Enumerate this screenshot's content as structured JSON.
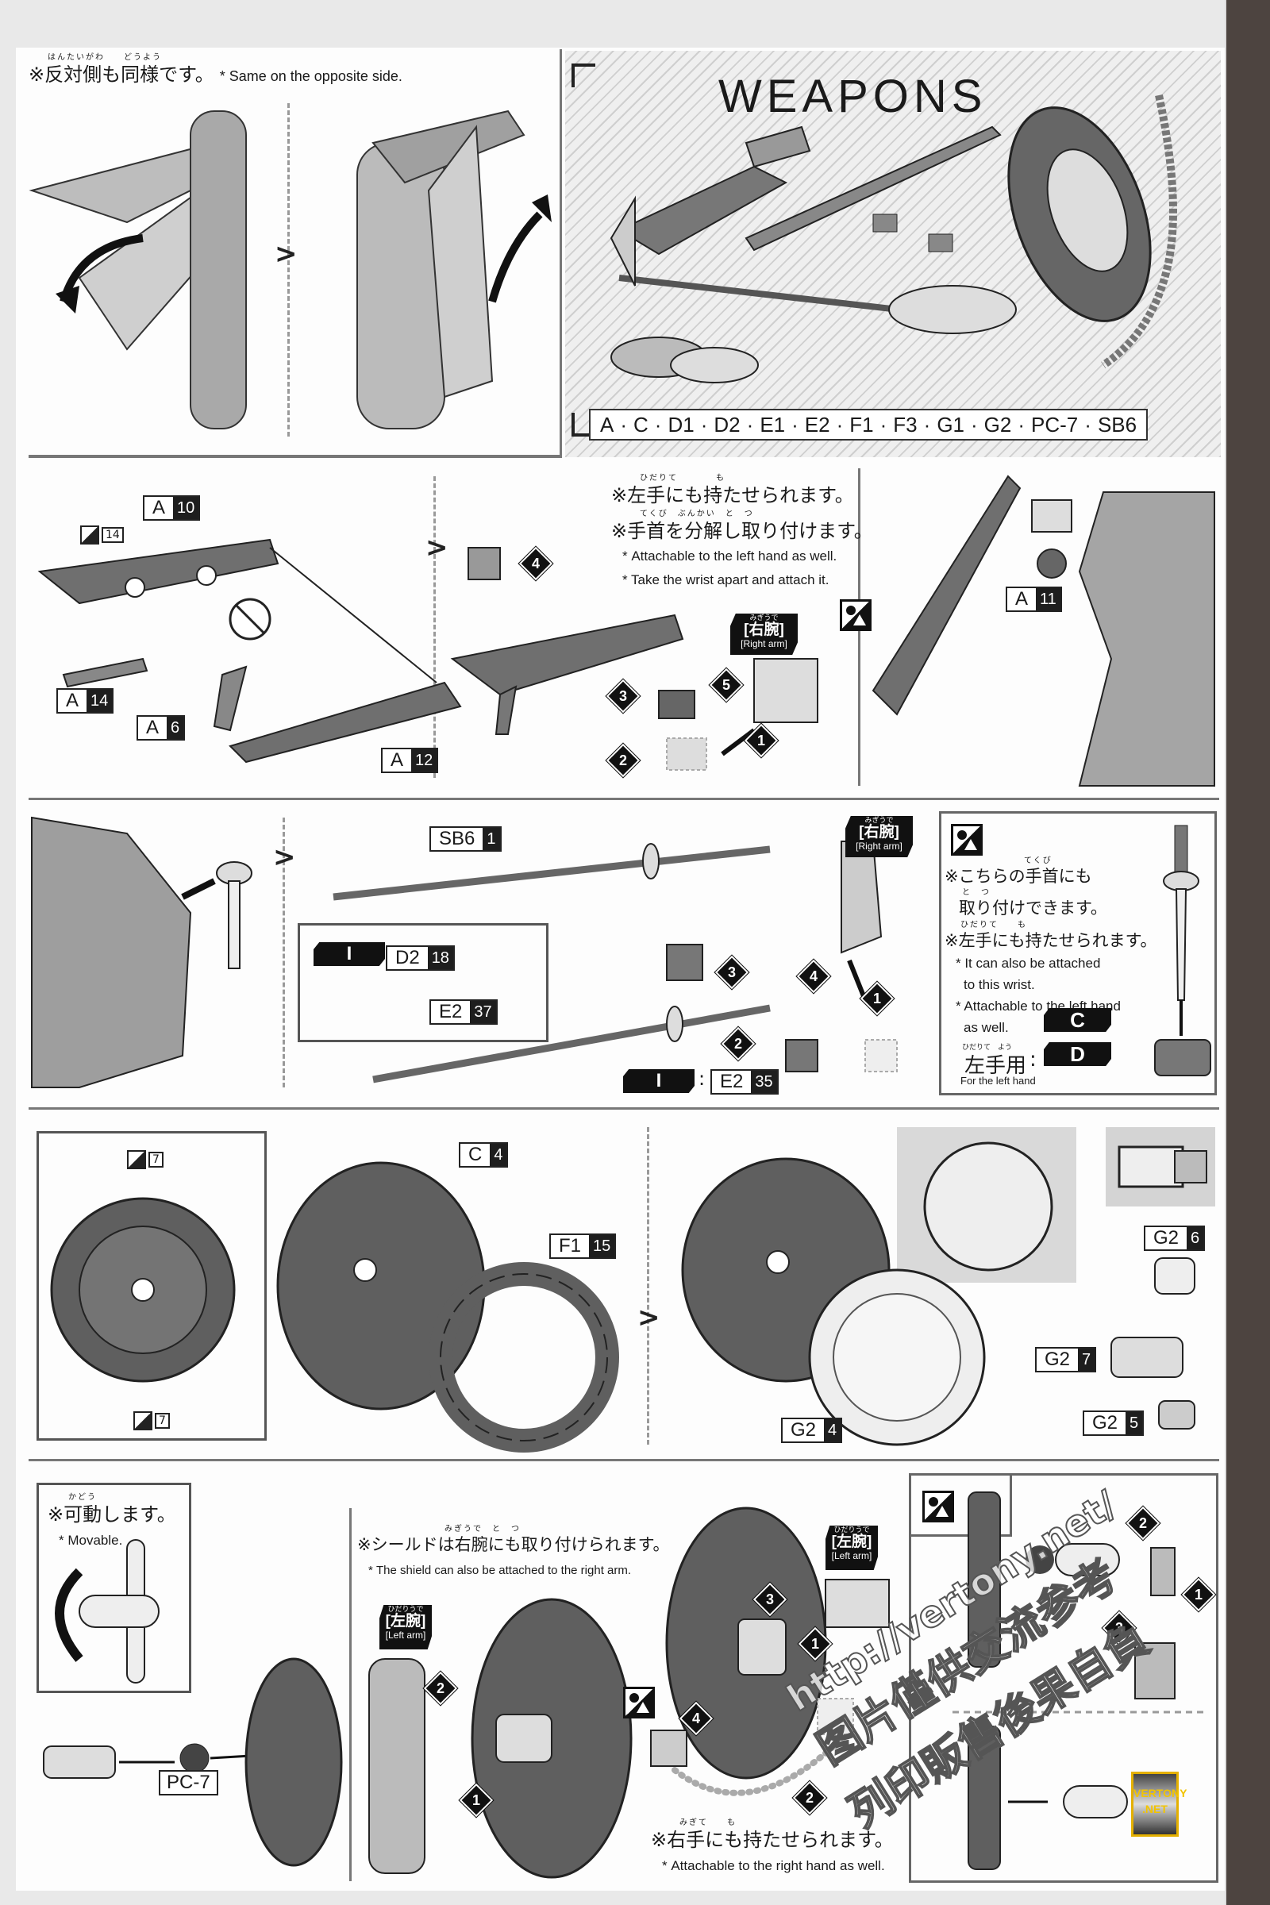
{
  "header_note": {
    "ruby": "はんたいがわ　　どうよう",
    "jp": "※反対側も同様です。",
    "en": "* Same on the opposite side."
  },
  "weapons": {
    "title": "WEAPONS",
    "parts": [
      "A",
      "C",
      "D1",
      "D2",
      "E1",
      "E2",
      "F1",
      "F3",
      "G1",
      "G2",
      "PC-7",
      "SB6"
    ]
  },
  "row2": {
    "tags": [
      {
        "l": "A",
        "n": "10"
      },
      {
        "l": "A",
        "n": "14"
      },
      {
        "l": "A",
        "n": "6"
      },
      {
        "l": "A",
        "n": "12"
      },
      {
        "l": "A",
        "n": "11"
      }
    ],
    "mini_icon": "14",
    "note_ruby1": "ひだりて　　　　も",
    "note_jp1": "※左手にも持たせられます。",
    "note_ruby2": "てくび　ぶんかい　と　つ",
    "note_jp2": "※手首を分解し取り付けます。",
    "note_en1": "* Attachable to the left hand as well.",
    "note_en2": "* Take the wrist apart and attach it.",
    "right_arm": {
      "ruby": "みぎうで",
      "jp": "[右腕]",
      "en": "[Right arm]"
    },
    "steps": [
      "4",
      "3",
      "5",
      "2",
      "1"
    ]
  },
  "row3": {
    "tags": [
      {
        "l": "SB6",
        "n": "1"
      },
      {
        "l": "D2",
        "n": "18"
      },
      {
        "l": "E2",
        "n": "37"
      },
      {
        "l": "E2",
        "n": "35"
      }
    ],
    "runner_label": "I",
    "colon": ":",
    "right_arm": {
      "ruby": "みぎうで",
      "jp": "[右腕]",
      "en": "[Right arm]"
    },
    "steps": [
      "3",
      "4",
      "1",
      "2"
    ],
    "box": {
      "ruby1": "てくび",
      "jp1": "※こちらの手首にも",
      "ruby2": "と　つ",
      "jp2": "取り付けできます。",
      "ruby3": "ひだりて　　も",
      "jp3": "※左手にも持たせられます。",
      "en1": "* It can also be attached",
      "en1b": "to this wrist.",
      "en2": "* Attachable to the left hand",
      "en2b": "as well.",
      "c": "C",
      "d": "D",
      "left_ruby": "ひだりて　よう",
      "left_jp": "左手用",
      "left_en": "For the left hand"
    }
  },
  "row4": {
    "mini_icon": "7",
    "tags": [
      {
        "l": "C",
        "n": "4"
      },
      {
        "l": "F1",
        "n": "15"
      },
      {
        "l": "G2",
        "n": "4"
      },
      {
        "l": "G2",
        "n": "6"
      },
      {
        "l": "G2",
        "n": "7"
      },
      {
        "l": "G2",
        "n": "5"
      }
    ]
  },
  "row5": {
    "movable": {
      "ruby": "かどう",
      "jp": "※可動します。",
      "en": "* Movable."
    },
    "pc_tag": "PC-7",
    "shield_note": {
      "ruby": "みぎうで　と　つ",
      "jp": "※シールドは右腕にも取り付けられます。",
      "en": "* The shield can also be attached to the right arm."
    },
    "left_arm": {
      "ruby": "ひだりうで",
      "jp": "[左腕]",
      "en": "[Left arm]"
    },
    "left_arm2": {
      "ruby": "ひだりうで",
      "jp": "[左腕]",
      "en": "[Left arm]"
    },
    "right_note": {
      "ruby": "みぎて　　も",
      "jp": "※右手にも持たせられます。",
      "en": "* Attachable to the right hand as well."
    },
    "steps_a": [
      "2",
      "1"
    ],
    "steps_b": [
      "3",
      "1",
      "4",
      "2"
    ],
    "steps_c": [
      "2",
      "1",
      "3"
    ]
  },
  "watermark": {
    "url": "http://vertony.net/",
    "line1": "图片僅供交流参考",
    "line2": "列印販售後果自負",
    "badge1": "VERTONY",
    ".net": ".NET"
  }
}
